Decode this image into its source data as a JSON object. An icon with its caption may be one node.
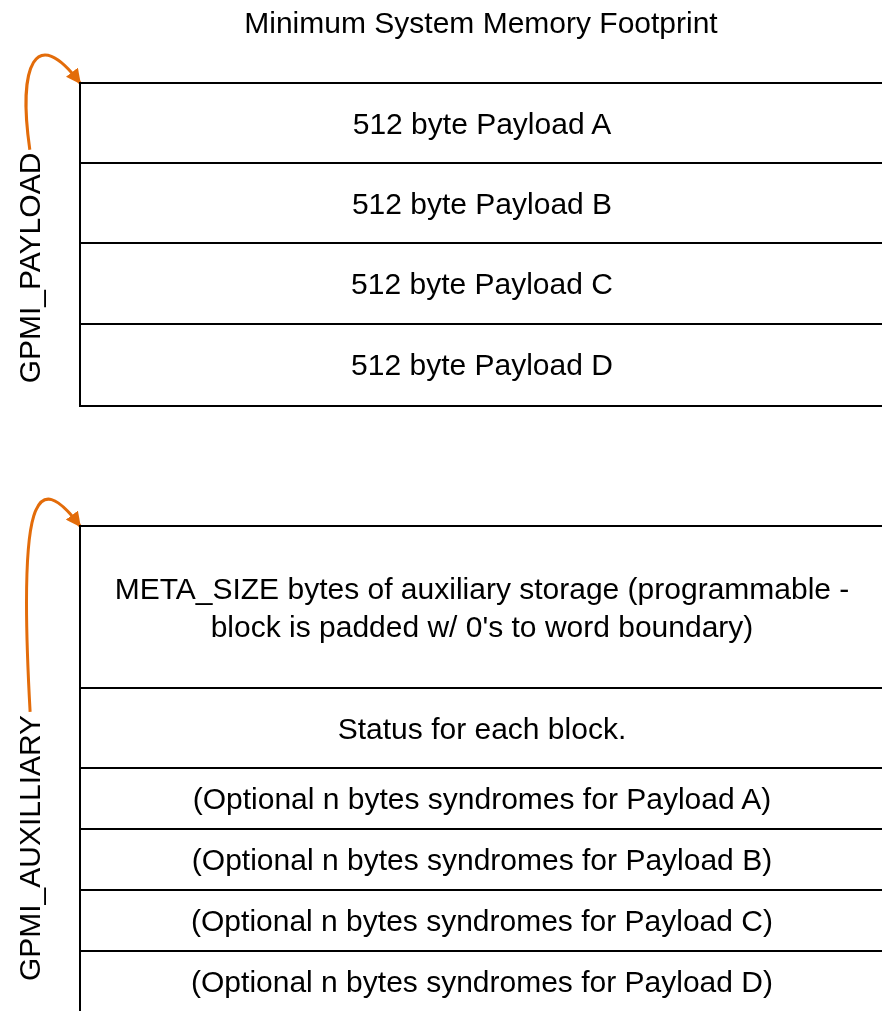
{
  "diagram": {
    "title": "Minimum System Memory Footprint",
    "nodes": [
      {
        "text": [
          "GPMI_PAYLOAD"
        ]
      },
      {
        "text": [
          "512 byte Payload A"
        ]
      },
      {
        "text": [
          "512 byte Payload B"
        ]
      },
      {
        "text": [
          "512 byte Payload C"
        ]
      },
      {
        "text": [
          "512 byte Payload D"
        ]
      },
      {
        "text": [
          "GPMI_AUXILLIARY"
        ]
      },
      {
        "text": [
          "META_SIZE bytes of auxiliary storage (programmable - block is padded w/ 0's to word boundary)"
        ]
      },
      {
        "text": [
          "Status for each block."
        ]
      },
      {
        "text": [
          "(Optional n bytes syndromes for Payload A)"
        ]
      },
      {
        "text": [
          "(Optional n bytes syndromes for Payload B)"
        ]
      },
      {
        "text": [
          "(Optional n bytes syndromes for Payload C)"
        ]
      },
      {
        "text": [
          "(Optional n bytes syndromes for Payload D)"
        ]
      }
    ],
    "edges": [
      {
        "from": 0,
        "to": 1,
        "arrow": "to",
        "color": "#e36c0a"
      },
      {
        "from": 5,
        "to": 6,
        "arrow": "to",
        "color": "#e36c0a"
      }
    ]
  }
}
